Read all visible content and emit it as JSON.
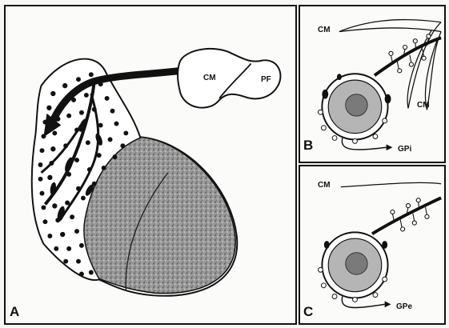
{
  "panels": {
    "a": {
      "letter": "A",
      "labels": {
        "cm": "CM",
        "pf": "PF"
      }
    },
    "b": {
      "letter": "B",
      "labels": {
        "cm_top": "CM",
        "cm_bottom": "CM",
        "gpi": "GPi"
      }
    },
    "c": {
      "letter": "C",
      "labels": {
        "cm": "CM",
        "gpe": "GPe"
      }
    }
  },
  "colors": {
    "ink": "#111111",
    "stipple_fill": "#8a8a8a",
    "background": "#fbfbf9"
  }
}
